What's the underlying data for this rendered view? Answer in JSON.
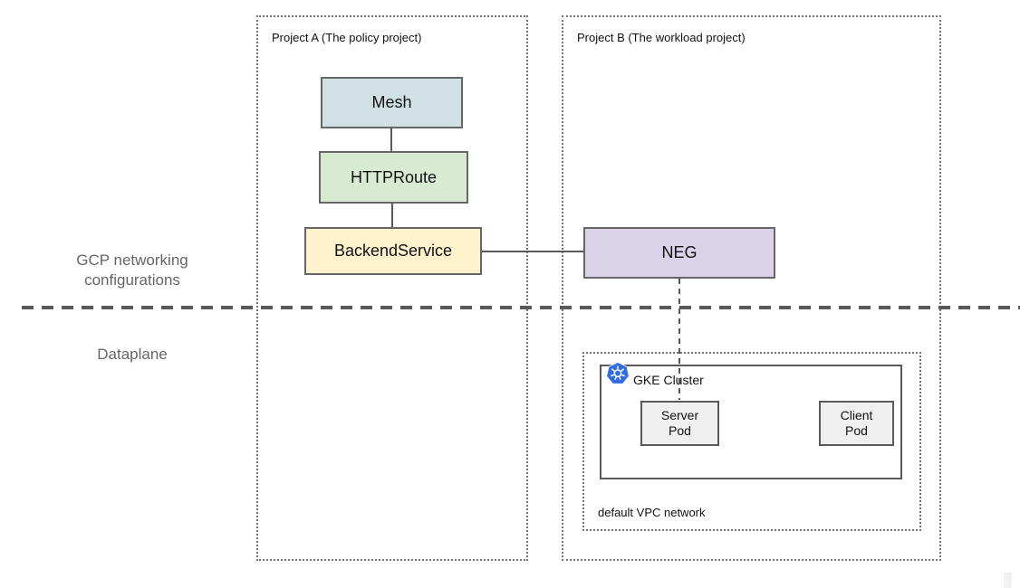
{
  "diagram": {
    "regions": {
      "project_a_label": "Project A (The policy project)",
      "project_b_label": "Project B (The workload project)",
      "gke_cluster_label": "GKE Cluster",
      "vpc_label": "default VPC network"
    },
    "layers": {
      "top_label": "GCP networking configurations",
      "bottom_label": "Dataplane"
    },
    "nodes": {
      "mesh": "Mesh",
      "httproute": "HTTPRoute",
      "backend_service": "BackendService",
      "neg": "NEG",
      "server_pod": "Server Pod",
      "client_pod": "Client Pod"
    },
    "edges": [
      {
        "from": "Mesh",
        "to": "HTTPRoute",
        "style": "solid"
      },
      {
        "from": "HTTPRoute",
        "to": "BackendService",
        "style": "solid"
      },
      {
        "from": "BackendService",
        "to": "NEG",
        "style": "solid"
      },
      {
        "from": "NEG",
        "to": "Server Pod",
        "style": "dashed"
      }
    ],
    "icons": {
      "kubernetes": "kubernetes-logo"
    },
    "colors": {
      "mesh_fill": "#d0e0e3",
      "httproute_fill": "#d9ead3",
      "backend_service_fill": "#fff2cc",
      "neg_fill": "#d9d2e9",
      "pod_fill": "#efefef",
      "kubernetes_blue": "#326ce5",
      "line": "#595959",
      "muted_label": "#666666"
    }
  }
}
